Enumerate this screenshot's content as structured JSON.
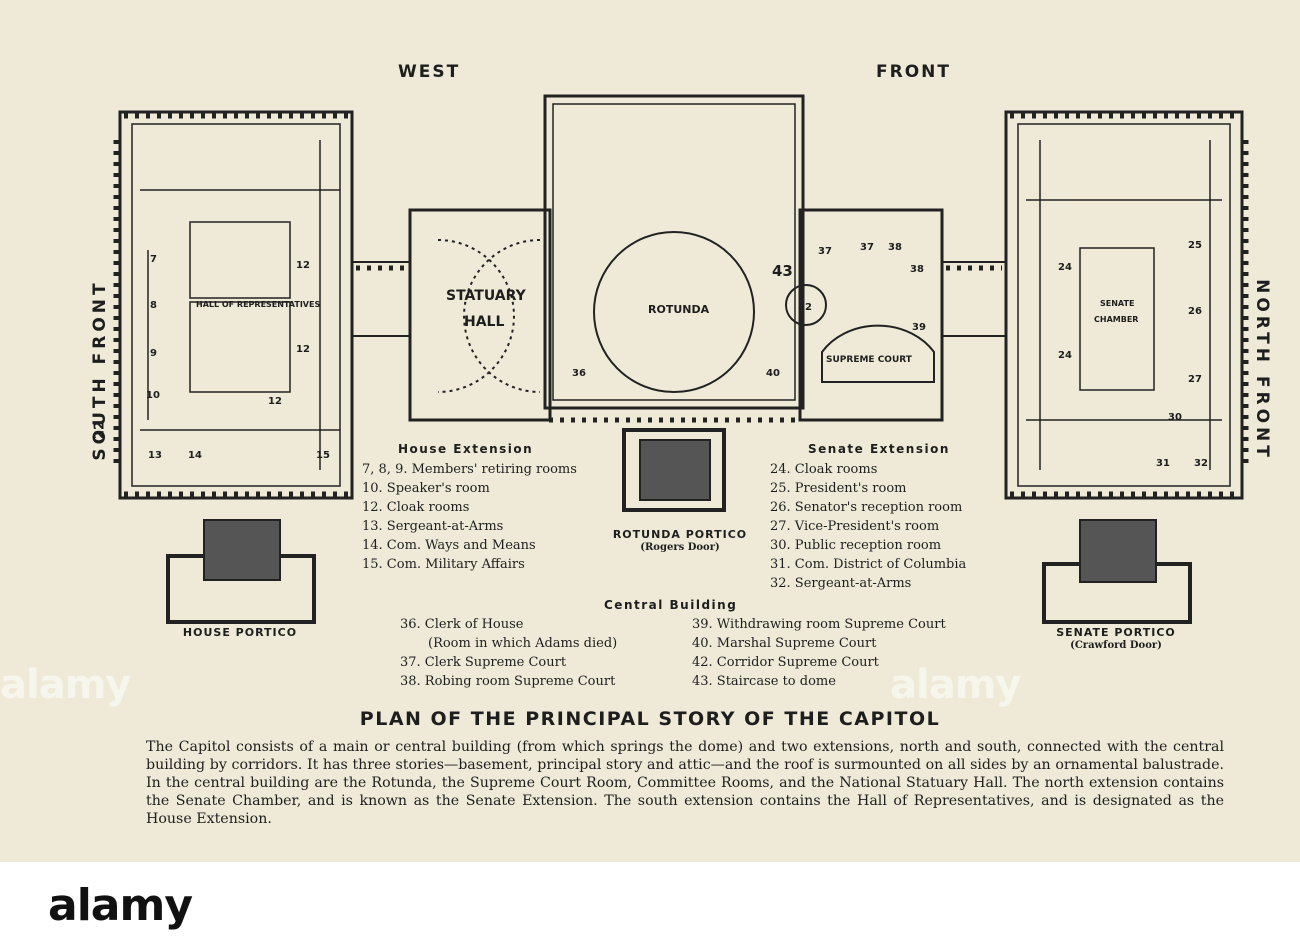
{
  "watermark": "alamy",
  "headers": {
    "west": "WEST",
    "front": "FRONT",
    "south_front": "SOUTH FRONT",
    "north_front": "NORTH FRONT",
    "page_number": "22"
  },
  "plan_labels": {
    "hall": "HALL OF REPRESENTATIVES",
    "statuary": "STATUARY",
    "statuary_hall": "HALL",
    "rotunda": "ROTUNDA",
    "supreme_court": "SUPREME COURT",
    "senate": "SENATE",
    "chamber": "CHAMBER",
    "rooms_south": [
      "7",
      "8",
      "9",
      "10",
      "12",
      "12",
      "12",
      "13",
      "14",
      "15"
    ],
    "rooms_center": [
      "36",
      "37",
      "37",
      "38",
      "38",
      "39",
      "40",
      "42",
      "43"
    ],
    "rooms_north": [
      "24",
      "24",
      "25",
      "26",
      "27",
      "30",
      "31",
      "32"
    ]
  },
  "porticos": {
    "house": "HOUSE PORTICO",
    "rotunda": "ROTUNDA PORTICO",
    "rotunda_sub": "(Rogers Door)",
    "senate": "SENATE PORTICO",
    "senate_sub": "(Crawford Door)"
  },
  "legend": {
    "house_title": "House Extension",
    "house_items": [
      "7, 8, 9. Members' retiring rooms",
      "10. Speaker's room",
      "12. Cloak rooms",
      "13. Sergeant-at-Arms",
      "14. Com. Ways and Means",
      "15. Com. Military Affairs"
    ],
    "senate_title": "Senate Extension",
    "senate_items": [
      "24. Cloak rooms",
      "25. President's room",
      "26. Senator's reception room",
      "27. Vice-President's room",
      "30. Public reception room",
      "31. Com. District of Columbia",
      "32. Sergeant-at-Arms"
    ],
    "central_title": "Central Building",
    "central_left": [
      "36. Clerk of House",
      "(Room in which Adams died)",
      "37. Clerk Supreme Court",
      "38. Robing room Supreme Court"
    ],
    "central_right": [
      "39. Withdrawing room Supreme Court",
      "40. Marshal Supreme Court",
      "42. Corridor Supreme Court",
      "43. Staircase to dome"
    ]
  },
  "title": "PLAN OF THE PRINCIPAL STORY OF THE CAPITOL",
  "body": "The Capitol consists of a main or central building (from which springs the dome) and two extensions, north and south, connected with the central building by corridors. It has three stories—basement, principal story and attic—and the roof is surmounted on all sides by an ornamental balustrade. In the central building are the Rotunda, the Supreme Court Room, Committee Rooms, and the National Statuary Hall. The north extension contains the Senate Chamber, and is known as the Senate Extension. The south extension contains the Hall of Representatives, and is designated as the House Extension."
}
